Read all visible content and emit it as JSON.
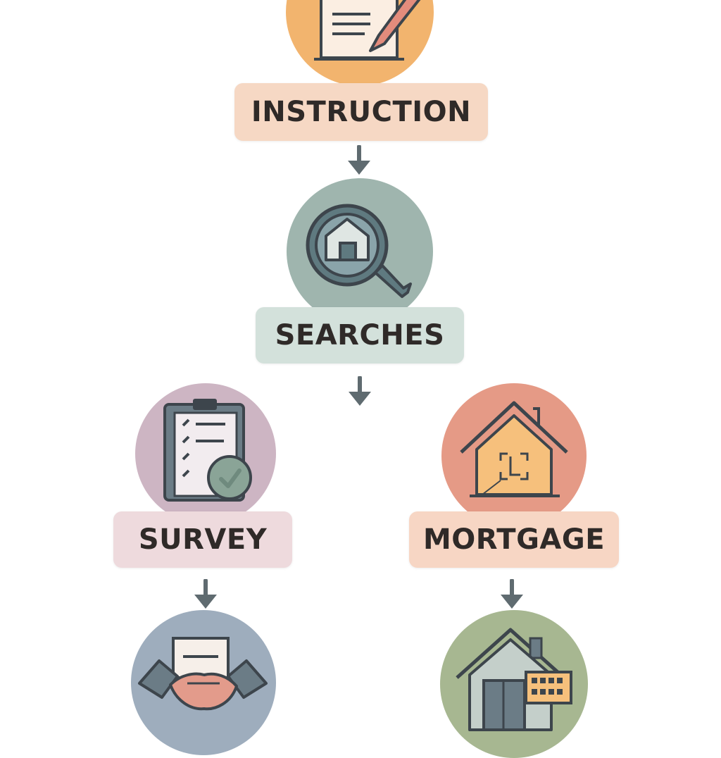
{
  "colors": {
    "instruction_circle": "#f2b46e",
    "instruction_label": "#f6d8c4",
    "searches_circle": "#9fb5ae",
    "searches_label": "#d3e1db",
    "survey_circle": "#cdb5c3",
    "survey_label": "#eedadd",
    "mortgage_circle": "#e59a86",
    "mortgage_label": "#f7d6c4",
    "exchange_circle": "#9eadbd",
    "completion_circle": "#a7b791",
    "arrow": "#5f6b70",
    "icon_stroke": "#3d454c"
  },
  "steps": {
    "instruction": {
      "label": "INSTRUCTION",
      "icon": "document-sign-icon"
    },
    "searches": {
      "label": "SEARCHES",
      "icon": "house-search-icon"
    },
    "survey": {
      "label": "SURVEY",
      "icon": "checklist-icon"
    },
    "mortgage": {
      "label": "MORTGAGE",
      "icon": "house-icon"
    },
    "exchange": {
      "label": "",
      "icon": "handshake-icon"
    },
    "completion": {
      "label": "",
      "icon": "house-keys-icon"
    }
  }
}
